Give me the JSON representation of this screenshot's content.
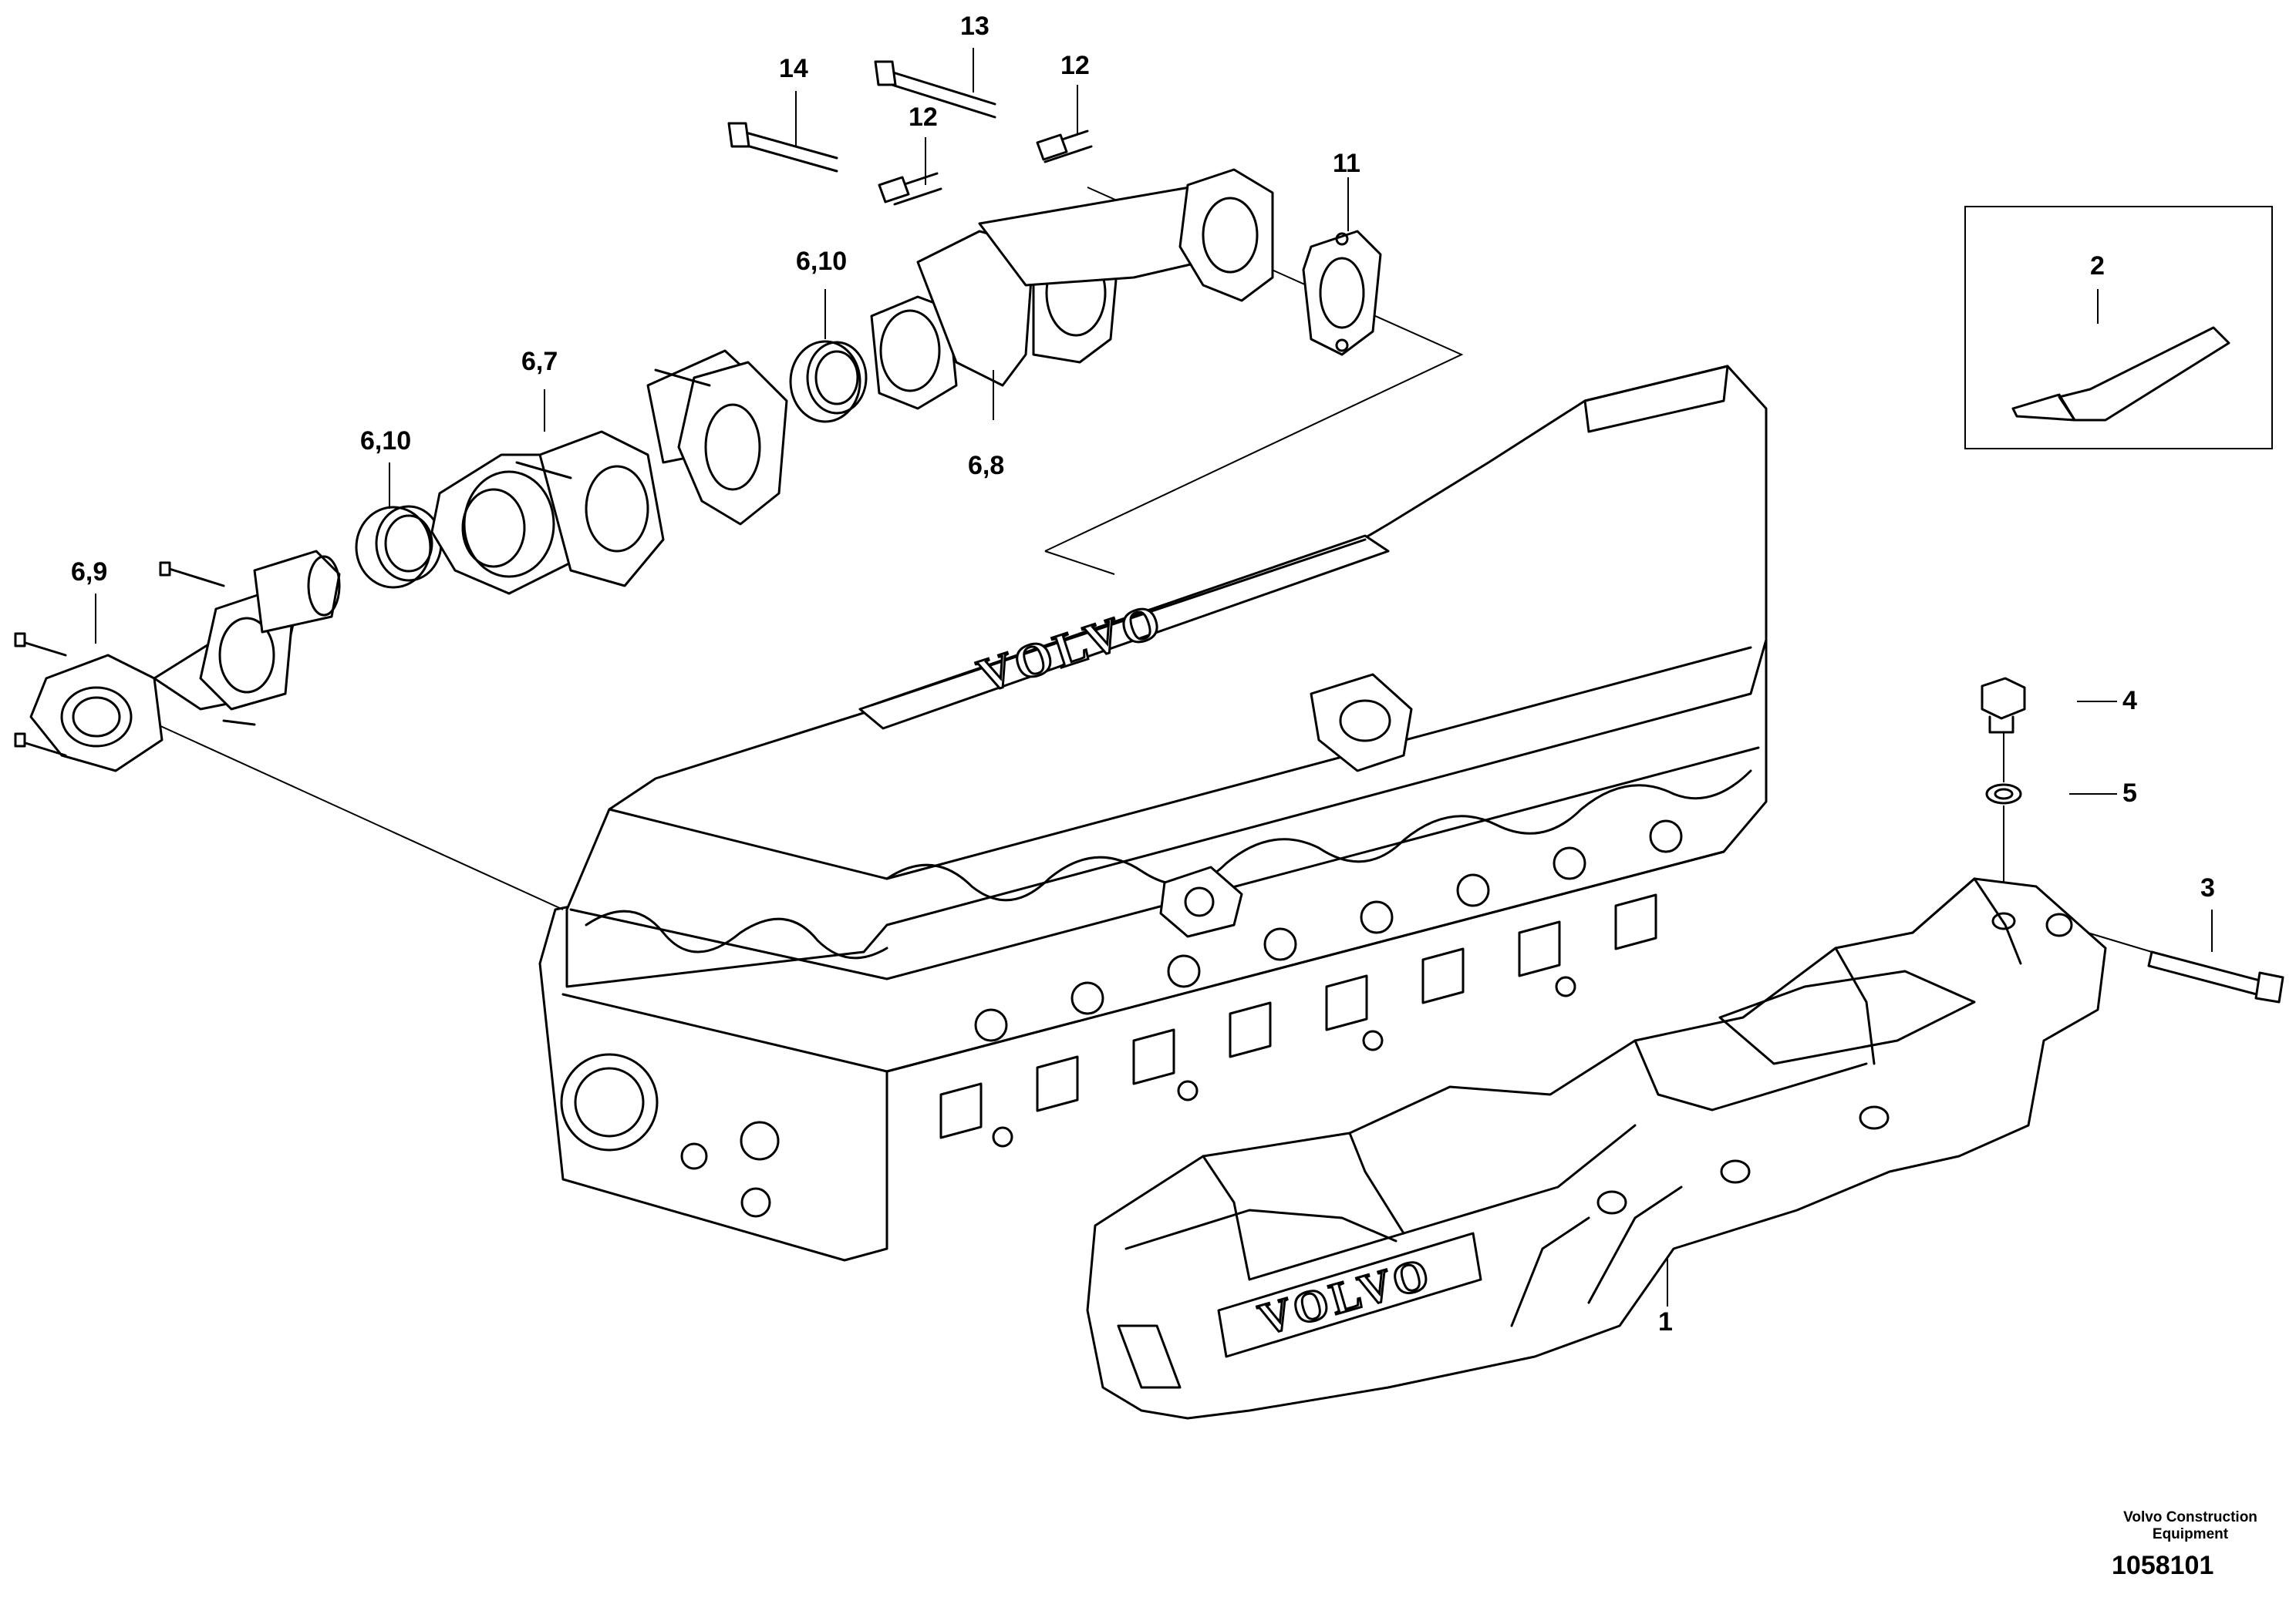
{
  "callouts": [
    {
      "id": "c13",
      "label": "13"
    },
    {
      "id": "c14",
      "label": "14"
    },
    {
      "id": "c12a",
      "label": "12"
    },
    {
      "id": "c12b",
      "label": "12"
    },
    {
      "id": "c11",
      "label": "11"
    },
    {
      "id": "c610a",
      "label": "6,10"
    },
    {
      "id": "c67",
      "label": "6,7"
    },
    {
      "id": "c610b",
      "label": "6,10"
    },
    {
      "id": "c68",
      "label": "6,8"
    },
    {
      "id": "c69",
      "label": "6,9"
    },
    {
      "id": "c2",
      "label": "2"
    },
    {
      "id": "c4",
      "label": "4"
    },
    {
      "id": "c5",
      "label": "5"
    },
    {
      "id": "c3",
      "label": "3"
    },
    {
      "id": "c1",
      "label": "1"
    }
  ],
  "logos": {
    "valve_cover": "VOLVO",
    "manifold": "VOLVO"
  },
  "footer": {
    "brand_line1": "Volvo Construction",
    "brand_line2": "Equipment",
    "drawing_number": "1058101"
  }
}
